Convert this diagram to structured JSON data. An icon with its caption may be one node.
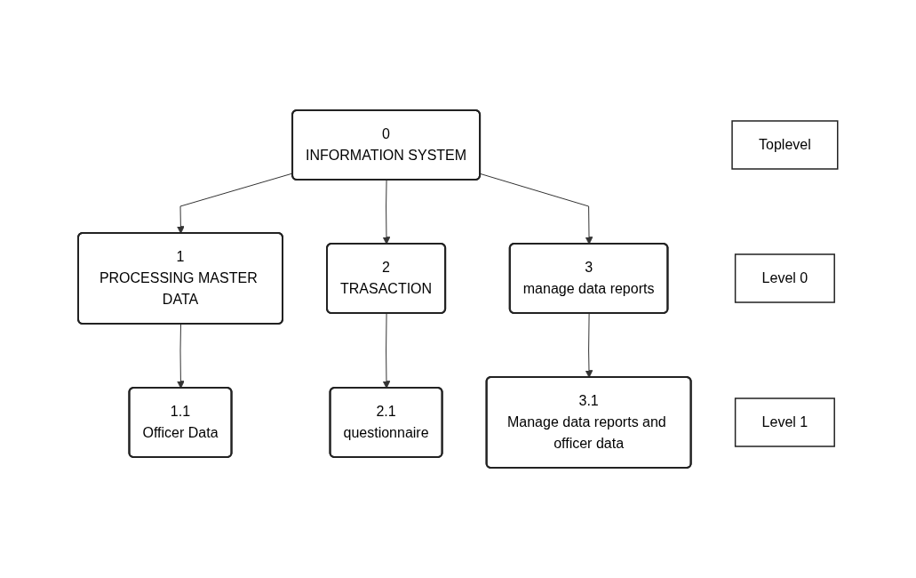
{
  "diagram": {
    "nodes": [
      {
        "text": [
          "0",
          "INFORMATION SYSTEM"
        ]
      },
      {
        "text": [
          "1",
          "PROCESSING MASTER DATA"
        ]
      },
      {
        "text": [
          "2",
          "TRASACTION"
        ]
      },
      {
        "text": [
          "3",
          "manage data reports"
        ]
      },
      {
        "text": [
          "1.1",
          "Officer Data"
        ]
      },
      {
        "text": [
          "2.1",
          "questionnaire"
        ]
      },
      {
        "text": [
          "3.1",
          "Manage data reports and officer data"
        ]
      },
      {
        "text": [
          "Toplevel"
        ]
      },
      {
        "text": [
          "Level 0"
        ]
      },
      {
        "text": [
          "Level 1"
        ]
      }
    ],
    "edges": [
      {
        "from": 0,
        "to": 1,
        "arrow": "to"
      },
      {
        "from": 0,
        "to": 2,
        "arrow": "to"
      },
      {
        "from": 0,
        "to": 3,
        "arrow": "to"
      },
      {
        "from": 1,
        "to": 4,
        "arrow": "to"
      },
      {
        "from": 2,
        "to": 5,
        "arrow": "to"
      },
      {
        "from": 3,
        "to": 6,
        "arrow": "to"
      }
    ]
  }
}
